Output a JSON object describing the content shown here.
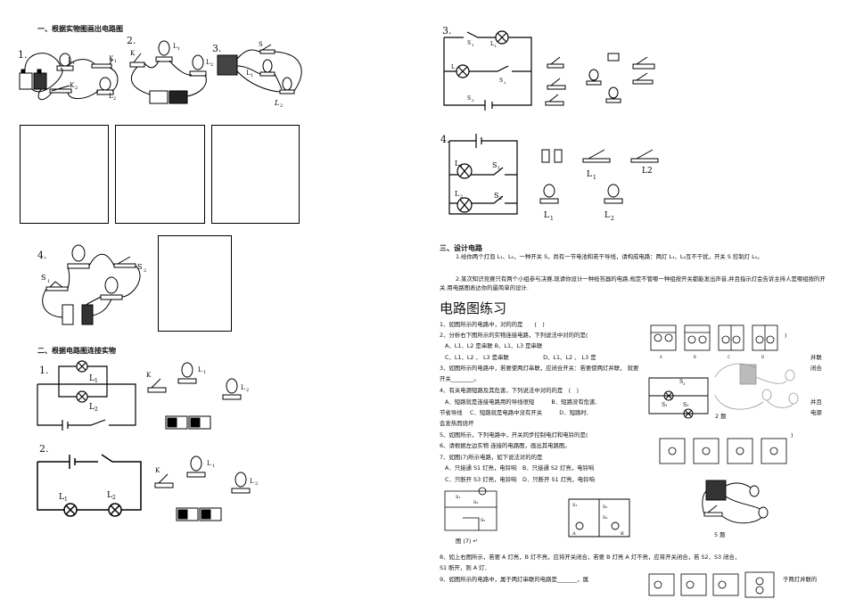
{
  "left": {
    "heading1": "一、根据实物图画出电路图",
    "heading2": "二、根据电路图连接实物",
    "fig_nums": [
      "1.",
      "2.",
      "3.",
      "4."
    ],
    "fig_labels": {
      "L1": "L",
      "sub1": "1",
      "sub2": "2",
      "K1": "K",
      "K2": "K",
      "K": "K",
      "S1": "S",
      "S2": "S"
    },
    "part2_nums": [
      "1.",
      "2."
    ]
  },
  "right": {
    "fig_nums": [
      "3.",
      "4."
    ],
    "section3_title": "三、设计电路",
    "design1": "1.给你两个灯泡 L₁、L₂，一种开关 S，尚有一节电池和若干导线，请构成电路：两灯 L₁、L₂互不干扰，开关 S 控制灯 L₁。",
    "design2": "2.某次知识竞赛只有两个小组参与决赛,现请你设计一种抢答器的电路.规定不管哪一种组按开关都能发出声音,并且指示灯会告诉主持人是哪组按的开关.用电路图表达你的最简单的设计.",
    "practice_title": "电路图练习",
    "q1": "1、如图所示的电路中，对的的是　　(　)",
    "q2": "2、分析右下图所示的实物连接电路，下列说法中对的的是(",
    "q2_paren": ")",
    "q2_opts1": "A、L1、L2 是串联 B、L1、L3 是串联",
    "q2_opts2": "C、L1、L2 、 L3 是串联　　　　　　D、L1、L2 、 L3 是",
    "q2_tail": "并联",
    "q3": "3、如图所示的电路中，若要使两灯串联，应闭合开关：若要使两灯并联， 就要",
    "q3_tail": "闭合",
    "q3_blank": "开关________。",
    "q4": "4、有关电源短路及其危害，下列说法中对的的是　(　)",
    "q4_a": "A．短路就是连接电路用的导线很短　　　B．短路没有危害,",
    "q4_tail1": "并且",
    "q4_b": "节省导线　 C．短路就是电路中没有开关　　　D．短路时,",
    "q4_tail2": "电源",
    "q4_c": "会发热而烧坏",
    "q5": "5、如图所示，下列电路中，开关同步控制电灯和电铃的是(",
    "q5_paren": ")",
    "q6": "6、请根据左边实物 连接的电路图，画出其电路图。",
    "q7": "7、如图(7)所示电路，如下说法对的的是",
    "q7_ab": "A．只接通 S1 灯亮，电铃响　B．只接通 S2 灯亮，电铃响",
    "q7_cd": "C．只断开 S3 灯亮，电铃响　D．只断开 S1 灯亮，电铃响",
    "fig7_caption": "图 (7) ↵",
    "fig2_caption": "2 题",
    "fig5_caption": "5 题",
    "q8": "8、如上右图所示，若要 A 灯亮，B 灯不亮，应将开关闭合，若要 B 灯亮 A 灯不亮，应将开关闭合，若 S2、S3 闭合，",
    "q8b": "S1 断开，则 A 灯．",
    "q9": "9、如图所示的电路中，属于两灯串联的电路是_______，属",
    "q9_tail": "于两灯并联的"
  },
  "letters": [
    "A",
    "B",
    "C",
    "D"
  ]
}
